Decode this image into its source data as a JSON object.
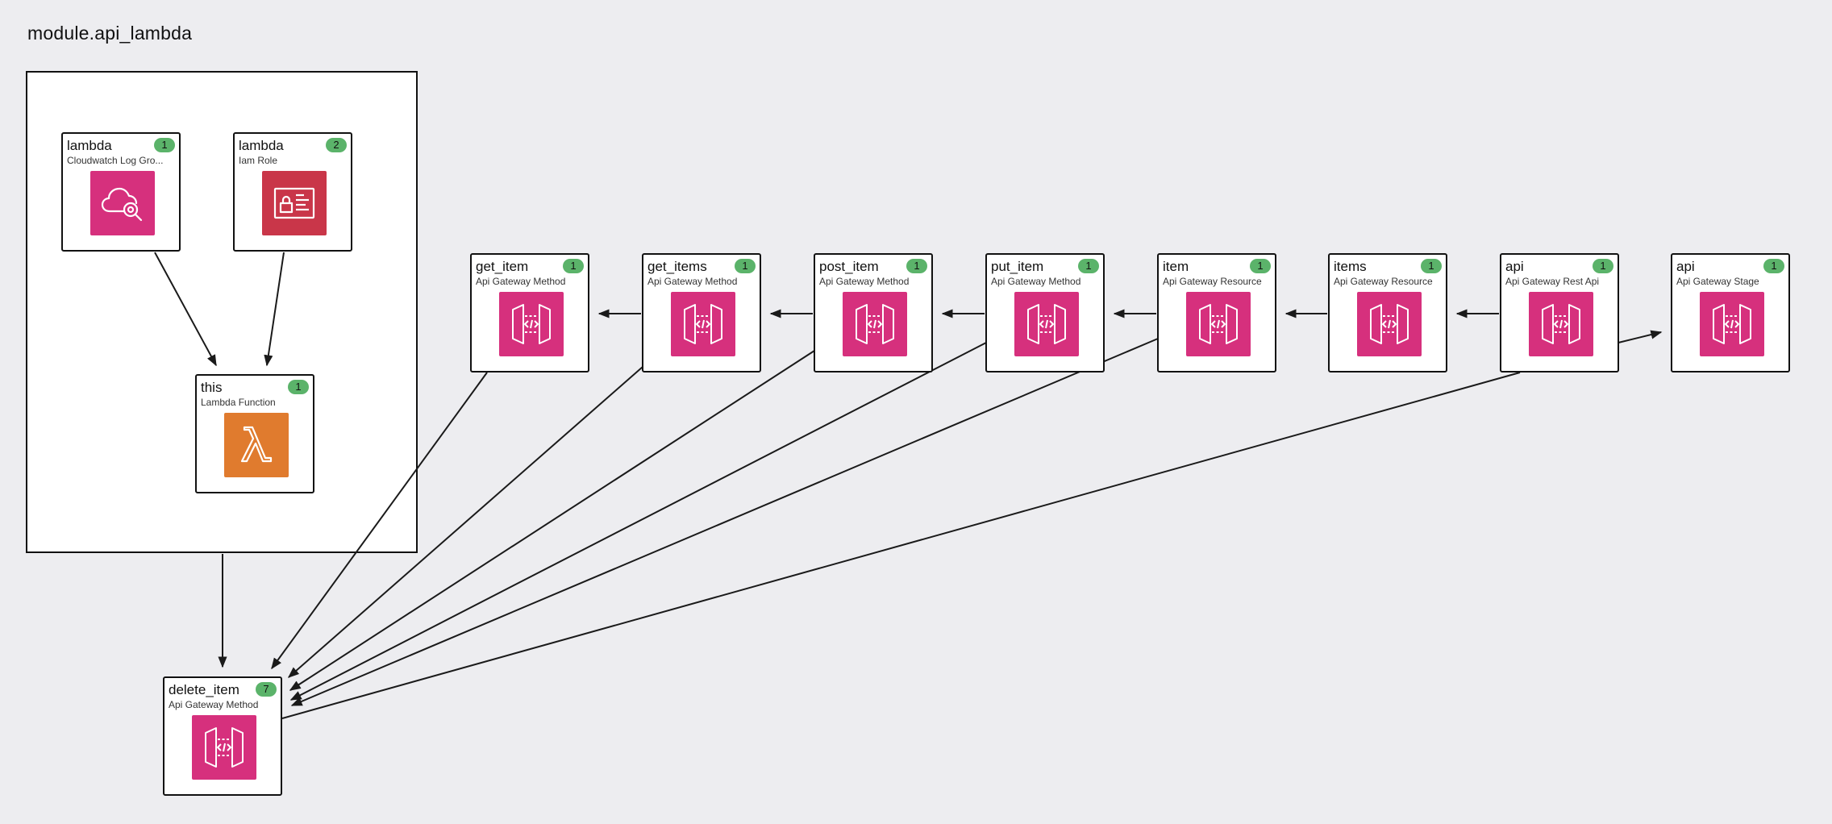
{
  "module": {
    "title": "module.api_lambda"
  },
  "colors": {
    "badge": "#5bb36a",
    "apigw_icon": "#d6307d",
    "iam_icon": "#c93649",
    "lambda_icon": "#e07b2e",
    "edge": "#1a1a1a",
    "background": "#ededf0"
  },
  "nodes": {
    "log_group": {
      "name": "lambda",
      "type": "Cloudwatch Log Gro...",
      "count": "1",
      "icon": "cloudwatch-icon"
    },
    "iam_role": {
      "name": "lambda",
      "type": "Iam Role",
      "count": "2",
      "icon": "iam-role-icon"
    },
    "lambda_fn": {
      "name": "this",
      "type": "Lambda Function",
      "count": "1",
      "icon": "lambda-icon"
    },
    "get_item": {
      "name": "get_item",
      "type": "Api Gateway Method",
      "count": "1",
      "icon": "api-gateway-icon"
    },
    "get_items": {
      "name": "get_items",
      "type": "Api Gateway Method",
      "count": "1",
      "icon": "api-gateway-icon"
    },
    "post_item": {
      "name": "post_item",
      "type": "Api Gateway Method",
      "count": "1",
      "icon": "api-gateway-icon"
    },
    "put_item": {
      "name": "put_item",
      "type": "Api Gateway Method",
      "count": "1",
      "icon": "api-gateway-icon"
    },
    "item": {
      "name": "item",
      "type": "Api Gateway Resource",
      "count": "1",
      "icon": "api-gateway-icon"
    },
    "items": {
      "name": "items",
      "type": "Api Gateway Resource",
      "count": "1",
      "icon": "api-gateway-icon"
    },
    "api": {
      "name": "api",
      "type": "Api Gateway Rest Api",
      "count": "1",
      "icon": "api-gateway-icon"
    },
    "stage": {
      "name": "api",
      "type": "Api Gateway Stage",
      "count": "1",
      "icon": "api-gateway-icon"
    },
    "delete_item": {
      "name": "delete_item",
      "type": "Api Gateway Method",
      "count": "7",
      "icon": "api-gateway-icon"
    }
  },
  "edges": [
    {
      "from": "log_group",
      "to": "lambda_fn"
    },
    {
      "from": "iam_role",
      "to": "lambda_fn"
    },
    {
      "from": "module",
      "to": "delete_item"
    },
    {
      "from": "get_items",
      "to": "get_item"
    },
    {
      "from": "post_item",
      "to": "get_items"
    },
    {
      "from": "put_item",
      "to": "post_item"
    },
    {
      "from": "item",
      "to": "put_item"
    },
    {
      "from": "items",
      "to": "item"
    },
    {
      "from": "api",
      "to": "items"
    },
    {
      "from": "api",
      "to": "stage"
    },
    {
      "from": "get_item",
      "to": "delete_item"
    },
    {
      "from": "get_items",
      "to": "delete_item"
    },
    {
      "from": "post_item",
      "to": "delete_item"
    },
    {
      "from": "put_item",
      "to": "delete_item"
    },
    {
      "from": "item",
      "to": "delete_item"
    },
    {
      "from": "api",
      "to": "delete_item"
    }
  ]
}
